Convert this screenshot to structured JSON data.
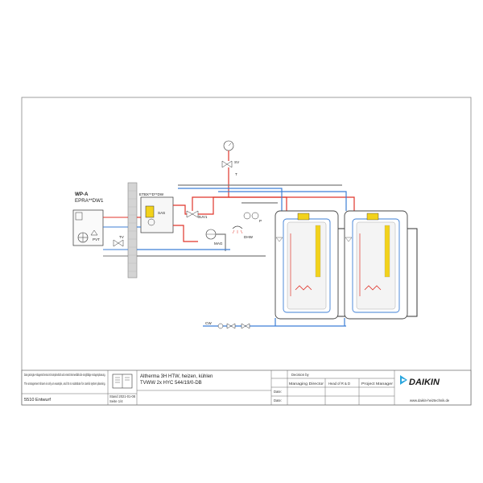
{
  "components": {
    "heat_pump_name": "WP-A",
    "heat_pump_model": "EPRA**DW1",
    "hydrobox_model": "ETBX**D**DW",
    "pvt": "PVT",
    "tv": "TV",
    "sas": "SAS",
    "mag": "MAG",
    "three_uv": "3UV1",
    "dhw": "DHW",
    "cw": "CW",
    "sv": "SV",
    "p_label": "P",
    "t_label": "T"
  },
  "title_block": {
    "disclaimer_de": "Das gezeigte Anlagenschema ist komplexhaft und ersetzt keinesfalls die sorgfältige Anlagenplanung.",
    "disclaimer_en": "The arrangement shown is only an example, and it's no substitute for careful system planning.",
    "project_line1": "Altherma 3H HTW, heizen, kühlen",
    "project_line2": "TVWW 2x HYC 544/19/0-DB",
    "decision_by": "Decision by",
    "managing_director": "Managing Director",
    "head_rd": "Head of R & D",
    "project_manager": "Project Manager",
    "stand": "Stand 2021-01-08",
    "seite": "Seite 1/4",
    "drawing_id": "5510 Entwurf",
    "date_label": "Date:",
    "brand": "DAIKIN",
    "website": "www.daikin-heiztechnik.de"
  },
  "colors": {
    "hot": "#e0352b",
    "cold": "#3d7fd6",
    "pipe": "#7a7a7a",
    "frame": "#555555",
    "brand": "#1b1b1b",
    "brand_accent": "#2aa6de",
    "coil_yellow": "#f2d21b"
  }
}
